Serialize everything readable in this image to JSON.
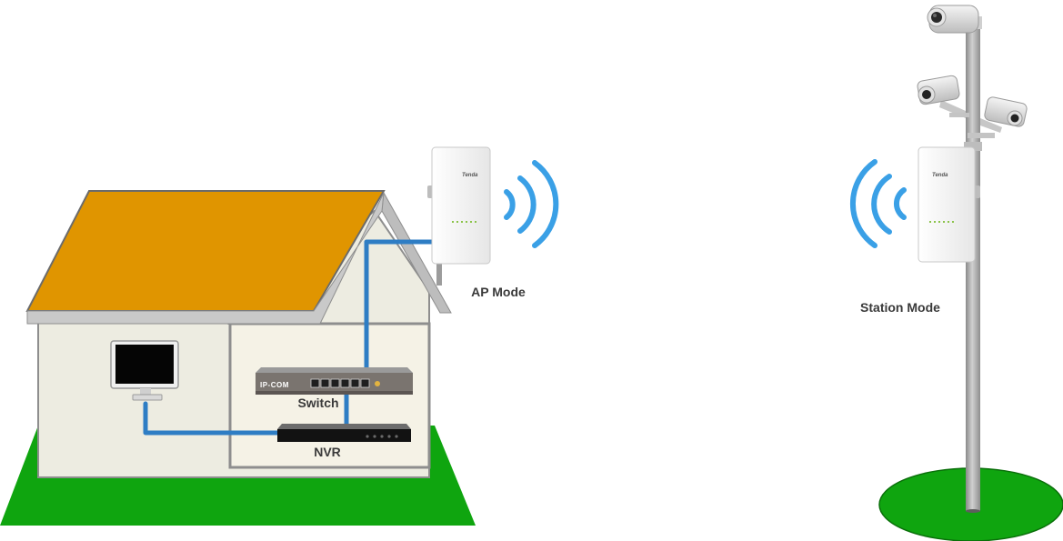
{
  "labels": {
    "ap_mode": "AP Mode",
    "station_mode": "Station Mode",
    "switch": "Switch",
    "nvr": "NVR"
  },
  "brands": {
    "switch_brand": "IP-COM",
    "cpe_brand_ap": "Tenda",
    "cpe_brand_station": "Tenda"
  },
  "colors": {
    "roof": "#e09500",
    "wall": "#edece1",
    "ground": "#0fa50f",
    "cable": "#2e7dc4",
    "wifi": "#3aa0e6",
    "pole": "#a8a8a8"
  },
  "icons": {
    "ap_signal": "wifi-waves-right-icon",
    "station_signal": "wifi-waves-left-icon",
    "monitor": "monitor-icon",
    "camera": "cctv-camera-icon"
  }
}
